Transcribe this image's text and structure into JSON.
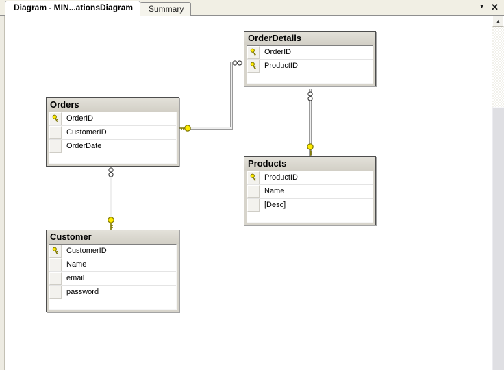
{
  "window": {
    "tabs": [
      {
        "label": "Diagram - MIN...ationsDiagram",
        "active": true
      },
      {
        "label": "Summary",
        "active": false
      }
    ],
    "controls": {
      "tab_menu_glyph": "▼",
      "close_glyph": "✕",
      "scroll_up_glyph": "▲"
    }
  },
  "icons": {
    "primary_key": "key-icon (gold key, primary key marker)",
    "one_side": "key-icon (gold key, one side of relationship)",
    "many_side": "infinity-icon (two rings, many side of relationship)"
  },
  "colors": {
    "canvas": "#ffffff",
    "tabstrip_bg": "#f1efe4",
    "table_chrome": "#d7d4cb",
    "table_border": "#4d4d4d",
    "key_gold": "#ffeb00",
    "key_outline": "#7d7600",
    "connector_outline": "#9b9b9b",
    "connector_fill": "#efefef",
    "scroll_thumb": "#dfdfe3"
  },
  "diagram": {
    "tables": [
      {
        "title": "OrderDetails",
        "columns": [
          {
            "name": "OrderID",
            "primary_key": true
          },
          {
            "name": "ProductID",
            "primary_key": true
          }
        ]
      },
      {
        "title": "Orders",
        "columns": [
          {
            "name": "OrderID",
            "primary_key": true
          },
          {
            "name": "CustomerID",
            "primary_key": false
          },
          {
            "name": "OrderDate",
            "primary_key": false
          }
        ]
      },
      {
        "title": "Products",
        "columns": [
          {
            "name": "ProductID",
            "primary_key": true
          },
          {
            "name": "Name",
            "primary_key": false
          },
          {
            "name": "[Desc]",
            "primary_key": false
          }
        ]
      },
      {
        "title": "Customer",
        "columns": [
          {
            "name": "CustomerID",
            "primary_key": true
          },
          {
            "name": "Name",
            "primary_key": false
          },
          {
            "name": "email",
            "primary_key": false
          },
          {
            "name": "password",
            "primary_key": false
          }
        ]
      }
    ],
    "relationships": [
      {
        "one": "Orders",
        "many": "OrderDetails"
      },
      {
        "one": "Products",
        "many": "OrderDetails"
      },
      {
        "one": "Customer",
        "many": "Orders"
      }
    ]
  }
}
